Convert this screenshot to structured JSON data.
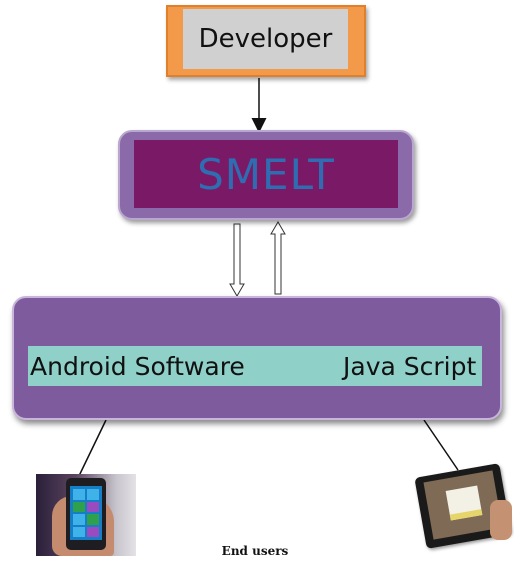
{
  "diagram": {
    "developer_label": "Developer",
    "smelt_label": "SMELT",
    "platform": {
      "android_label": "Android Software",
      "javascript_label": "Java Script"
    },
    "end_users_caption": "End users"
  },
  "colors": {
    "developer_border": "#f29a49",
    "developer_fill": "#d0d0d0",
    "smelt_outer": "#8a6aa8",
    "smelt_inner": "#7a1a66",
    "smelt_text": "#2f6db2",
    "platform_fill": "#7d5b9d",
    "platform_band": "#8fd0c8"
  },
  "icons": {
    "phone": "smartphone-in-hand-photo",
    "tablet": "tablet-in-hand-photo"
  }
}
